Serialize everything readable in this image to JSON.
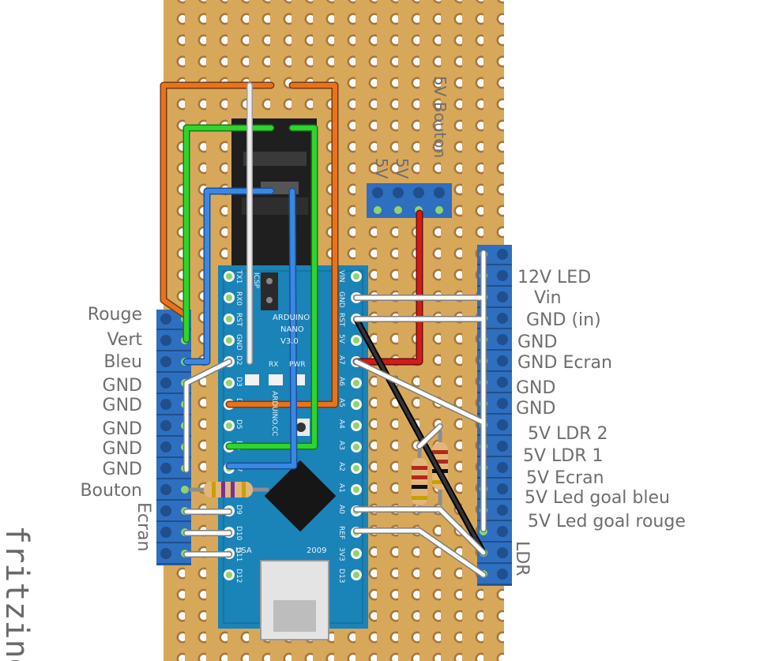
{
  "watermark": "fritzing",
  "board": {
    "name_line1": "ARDUINO",
    "name_line2": "NANO",
    "name_line3": "V3.0",
    "site": "ARDUINO.CC",
    "country": "USA",
    "year": "2009",
    "icsp": "ICSP",
    "rx_label": "RX",
    "pwr_label": "PWR",
    "left_pins": [
      "TX1",
      "RX0",
      "RST",
      "GND",
      "D2",
      "D3",
      "D4",
      "D5",
      "D6",
      "D7",
      "D8",
      "D9",
      "D10",
      "D11",
      "D12"
    ],
    "right_pins": [
      "VIN",
      "GND",
      "RST",
      "5V",
      "A7",
      "A6",
      "A5",
      "A4",
      "A3",
      "A2",
      "A1",
      "A0",
      "REF",
      "3V3",
      "D13"
    ]
  },
  "left_labels": [
    "Rouge",
    "Vert",
    "Bleu",
    "GND",
    "GND",
    "GND",
    "GND",
    "GND",
    "Bouton"
  ],
  "left_vertical_label": "Ecran",
  "right_labels": [
    "12V LED",
    "Vin",
    "GND (in)",
    "GND",
    "GND Ecran",
    "GND",
    "GND",
    "5V LDR 2",
    "5V  LDR 1",
    "5V Ecran",
    "5V Led goal bleu",
    "5V Led goal rouge"
  ],
  "right_vertical_label": "LDR",
  "top_connector_labels": [
    "5V",
    "5V",
    "5V Bouton"
  ]
}
